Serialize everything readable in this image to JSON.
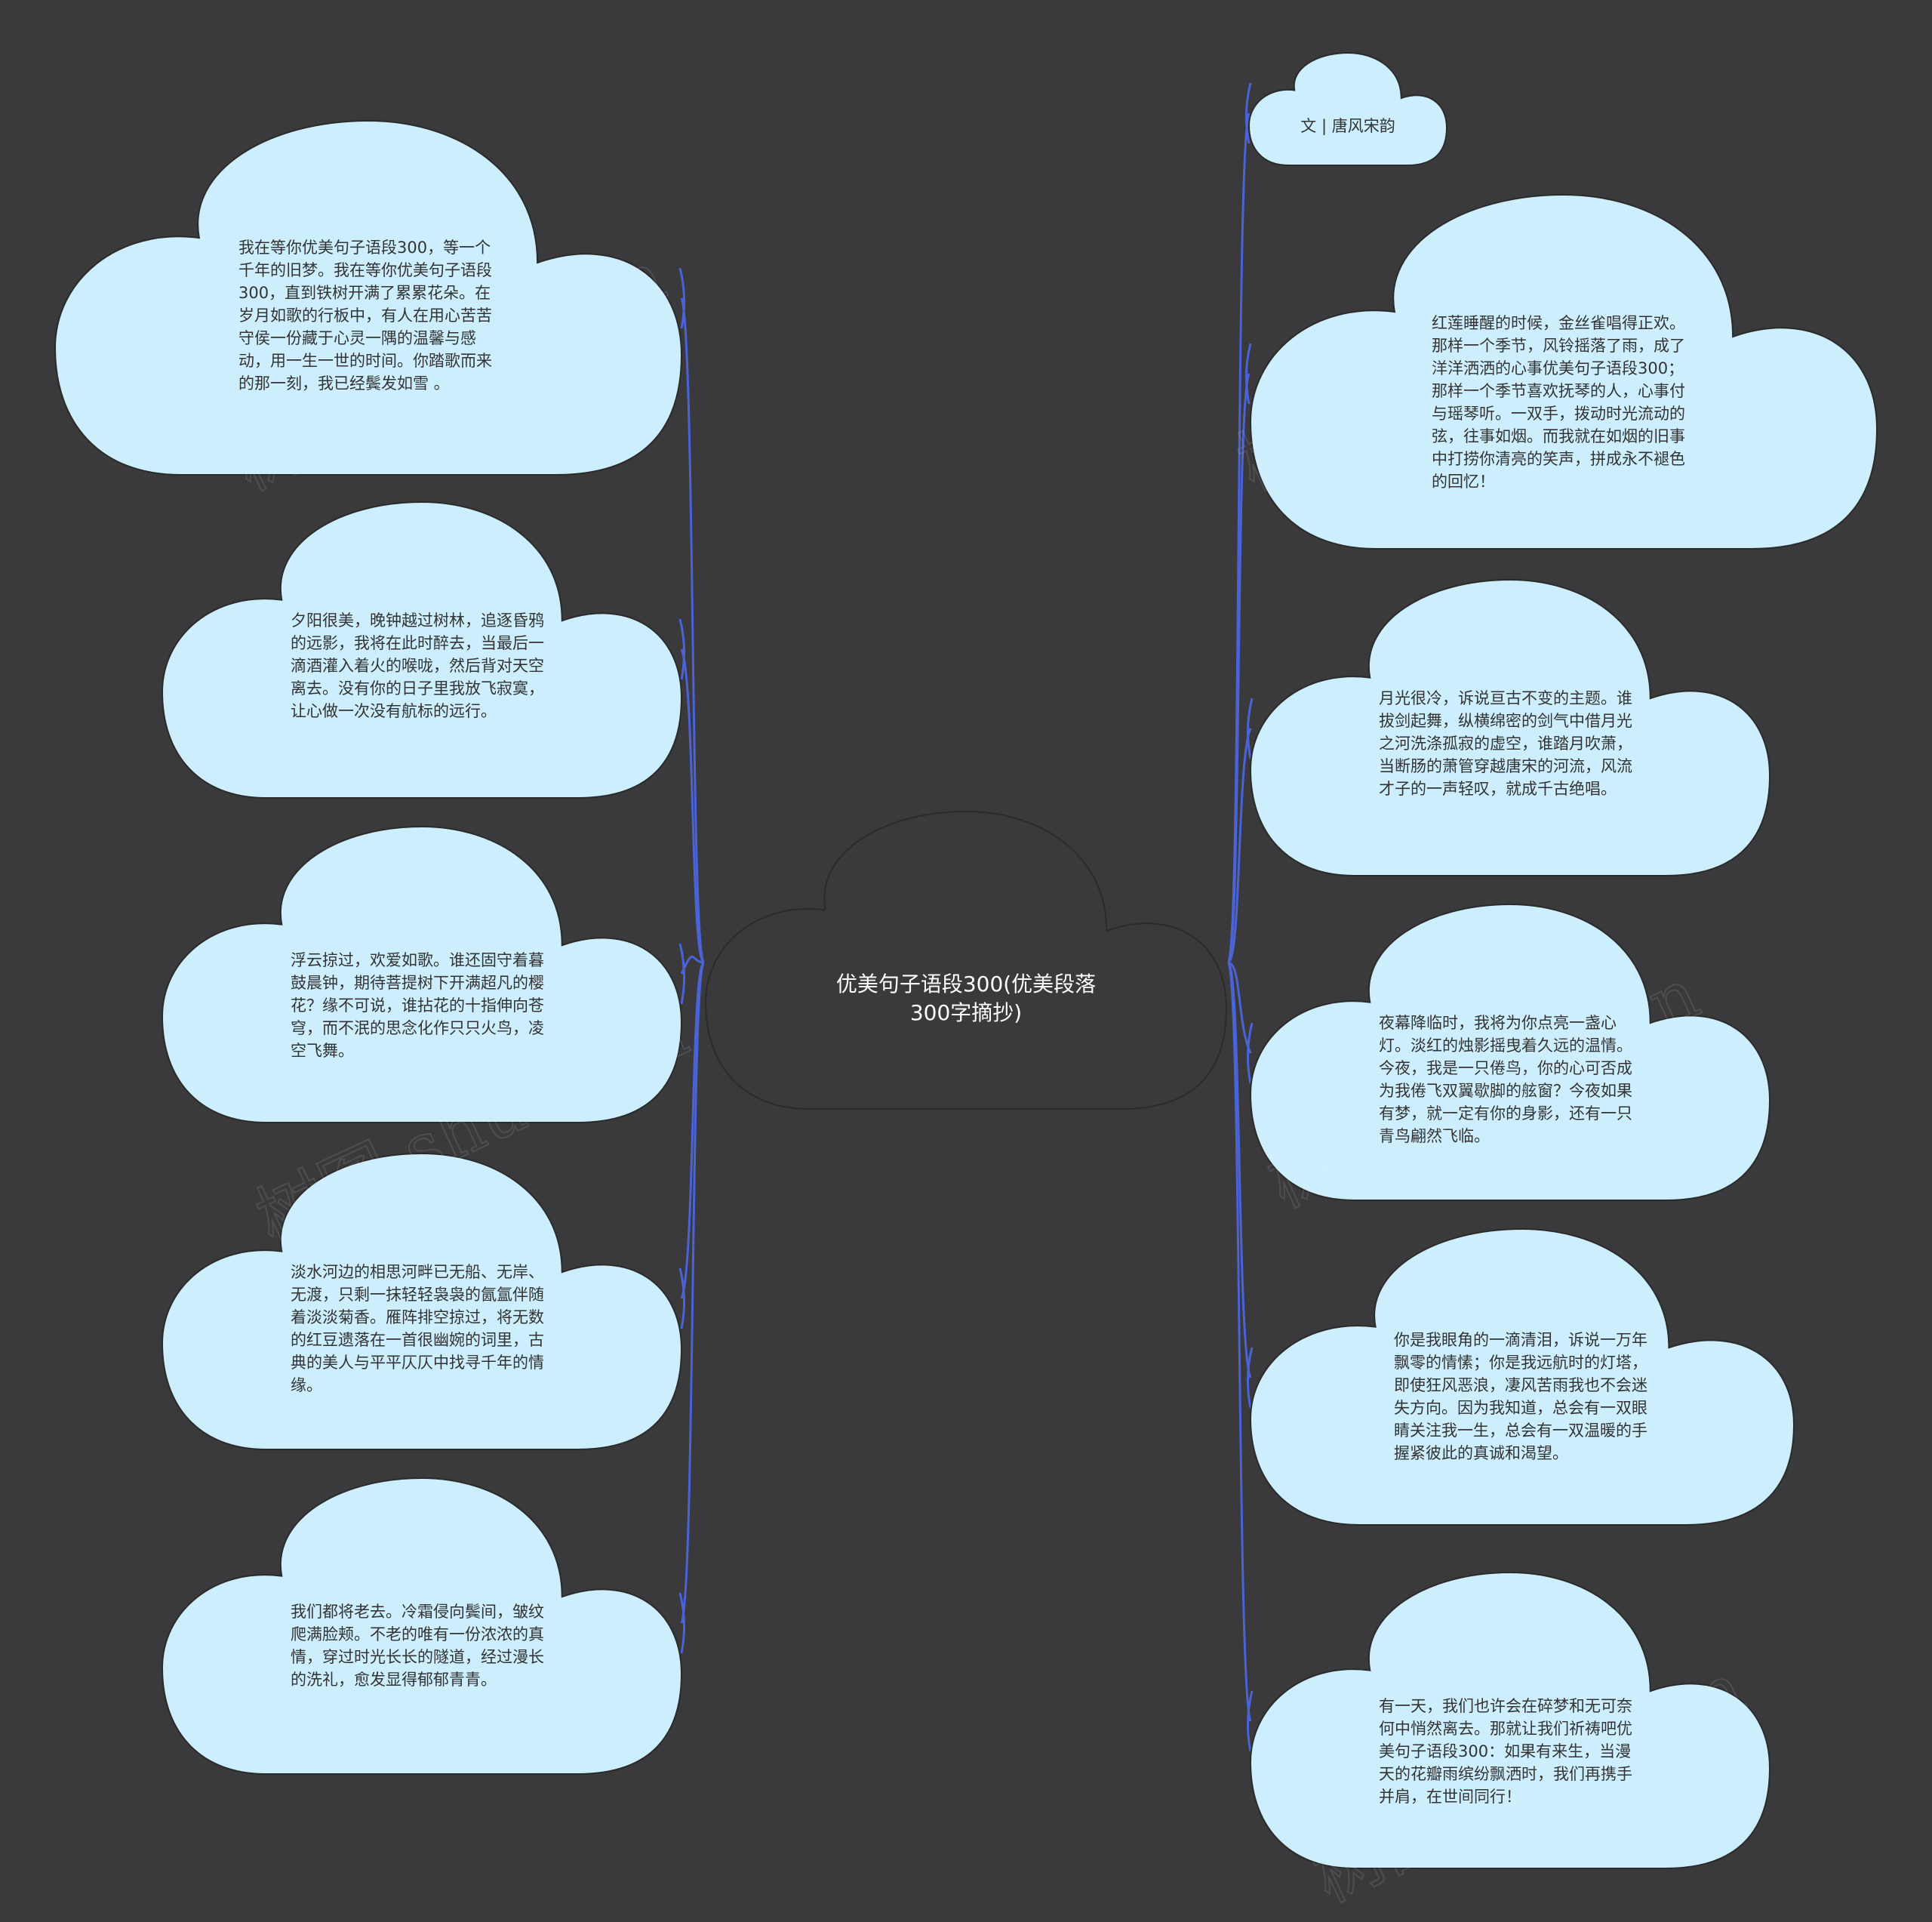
{
  "colors": {
    "background": "#3a393b",
    "cloud_fill": "#cdeefd",
    "cloud_stroke": "#2b2b2b",
    "connector": "#4a63d6",
    "center_fill": "#3a393b",
    "center_text": "#ffffff",
    "node_text": "#333333"
  },
  "center": {
    "title": "优美句子语段300(优美段落300字摘抄)"
  },
  "author": {
    "text": "文 | 唐风宋韵"
  },
  "left_nodes": [
    {
      "text": "我在等你优美句子语段300，等一个千年的旧梦。我在等你优美句子语段300，直到铁树开满了累累花朵。在岁月如歌的行板中，有人在用心苦苦守侯一份藏于心灵一隅的温馨与感动，用一生一世的时间。你踏歌而来的那一刻，我已经鬓发如雪 。"
    },
    {
      "text": "夕阳很美，晚钟越过树林，追逐昏鸦的远影，我将在此时醉去，当最后一滴酒灌入着火的喉咙，然后背对天空离去。没有你的日子里我放飞寂寞，让心做一次没有航标的远行。"
    },
    {
      "text": "浮云掠过，欢爱如歌。谁还固守着暮鼓晨钟，期待菩提树下开满超凡的樱花？缘不可说，谁拈花的十指伸向苍穹，而不泯的思念化作只只火鸟，凌空飞舞。"
    },
    {
      "text": "淡水河边的相思河畔已无船、无岸、无渡，只剩一抹轻轻袅袅的氤氲伴随着淡淡菊香。雁阵排空掠过，将无数的红豆遗落在一首很幽婉的词里，古典的美人与平平仄仄中找寻千年的情缘。"
    },
    {
      "text": "我们都将老去。冷霜侵向鬓间，皱纹爬满脸颊。不老的唯有一份浓浓的真情，穿过时光长长的隧道，经过漫长的洗礼，愈发显得郁郁青青。"
    }
  ],
  "right_nodes": [
    {
      "text": "红莲睡醒的时候，金丝雀唱得正欢。那样一个季节，风铃摇落了雨，成了洋洋洒洒的心事优美句子语段300；那样一个季节喜欢抚琴的人，心事付与瑶琴听。一双手，拨动时光流动的弦，往事如烟。而我就在如烟的旧事中打捞你清亮的笑声，拼成永不褪色的回忆！"
    },
    {
      "text": "月光很冷，诉说亘古不变的主题。谁拔剑起舞，纵横绵密的剑气中借月光之河洗涤孤寂的虚空，谁踏月吹萧，当断肠的萧管穿越唐宋的河流，风流才子的一声轻叹，就成千古绝唱。"
    },
    {
      "text": "夜幕降临时，我将为你点亮一盏心灯。淡红的烛影摇曳着久远的温情。今夜，我是一只倦鸟，你的心可否成为我倦飞双翼歇脚的舷窗？今夜如果有梦，就一定有你的身影，还有一只青鸟翩然飞临。"
    },
    {
      "text": "你是我眼角的一滴清泪，诉说一万年飘零的情愫；你是我远航时的灯塔，即使狂风恶浪，凄风苦雨我也不会迷失方向。因为我知道，总会有一双眼睛关注我一生，总会有一双温暖的手握紧彼此的真诚和渴望。"
    },
    {
      "text": "有一天，我们也许会在碎梦和无可奈何中悄然离去。那就让我们祈祷吧优美句子语段300：如果有来生，当漫天的花瓣雨缤纷飘洒时，我们再携手并肩，在世间同行！"
    }
  ],
  "watermark": {
    "text": "树图 shutu.cn"
  }
}
